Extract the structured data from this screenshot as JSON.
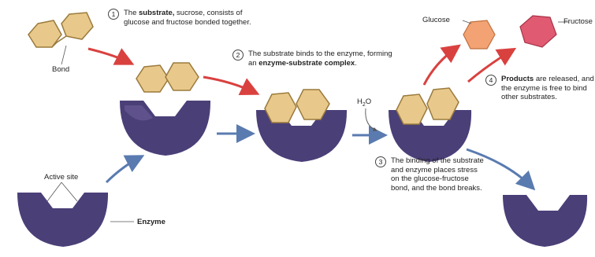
{
  "steps": [
    {
      "number": "1",
      "pre": "The ",
      "bold": "substrate,",
      "post": " sucrose, consists of glucose and fructose bonded together.",
      "bold2": "",
      "post2": ""
    },
    {
      "number": "2",
      "pre": "The substrate binds to the enzyme, forming an ",
      "bold": "enzyme-substrate complex",
      "post": ".",
      "bold2": "",
      "post2": ""
    },
    {
      "number": "3",
      "pre": "The binding of the substrate and enzyme places stress on the glucose-fructose bond, and the bond breaks.",
      "bold": "",
      "post": "",
      "bold2": "",
      "post2": ""
    },
    {
      "number": "4",
      "pre": "",
      "bold": "Products",
      "post": " are released, and the enzyme is free to bind other substrates.",
      "bold2": "",
      "post2": ""
    }
  ],
  "labels": {
    "bond": "Bond",
    "active_site": "Active site",
    "enzyme": "Enzyme",
    "glucose": "Glucose",
    "fructose": "Fructose",
    "water": "H",
    "water_sub": "2",
    "water_o": "O"
  },
  "colors": {
    "enzyme": "#4b3f78",
    "enzyme_light": "#6a5d99",
    "substrate": "#e9c98b",
    "substrate_edge": "#9a7a3c",
    "glucose": "#f2a273",
    "fructose": "#e05a72",
    "red_arrow": "#d9413f",
    "blue_arrow": "#5a7bb0"
  }
}
